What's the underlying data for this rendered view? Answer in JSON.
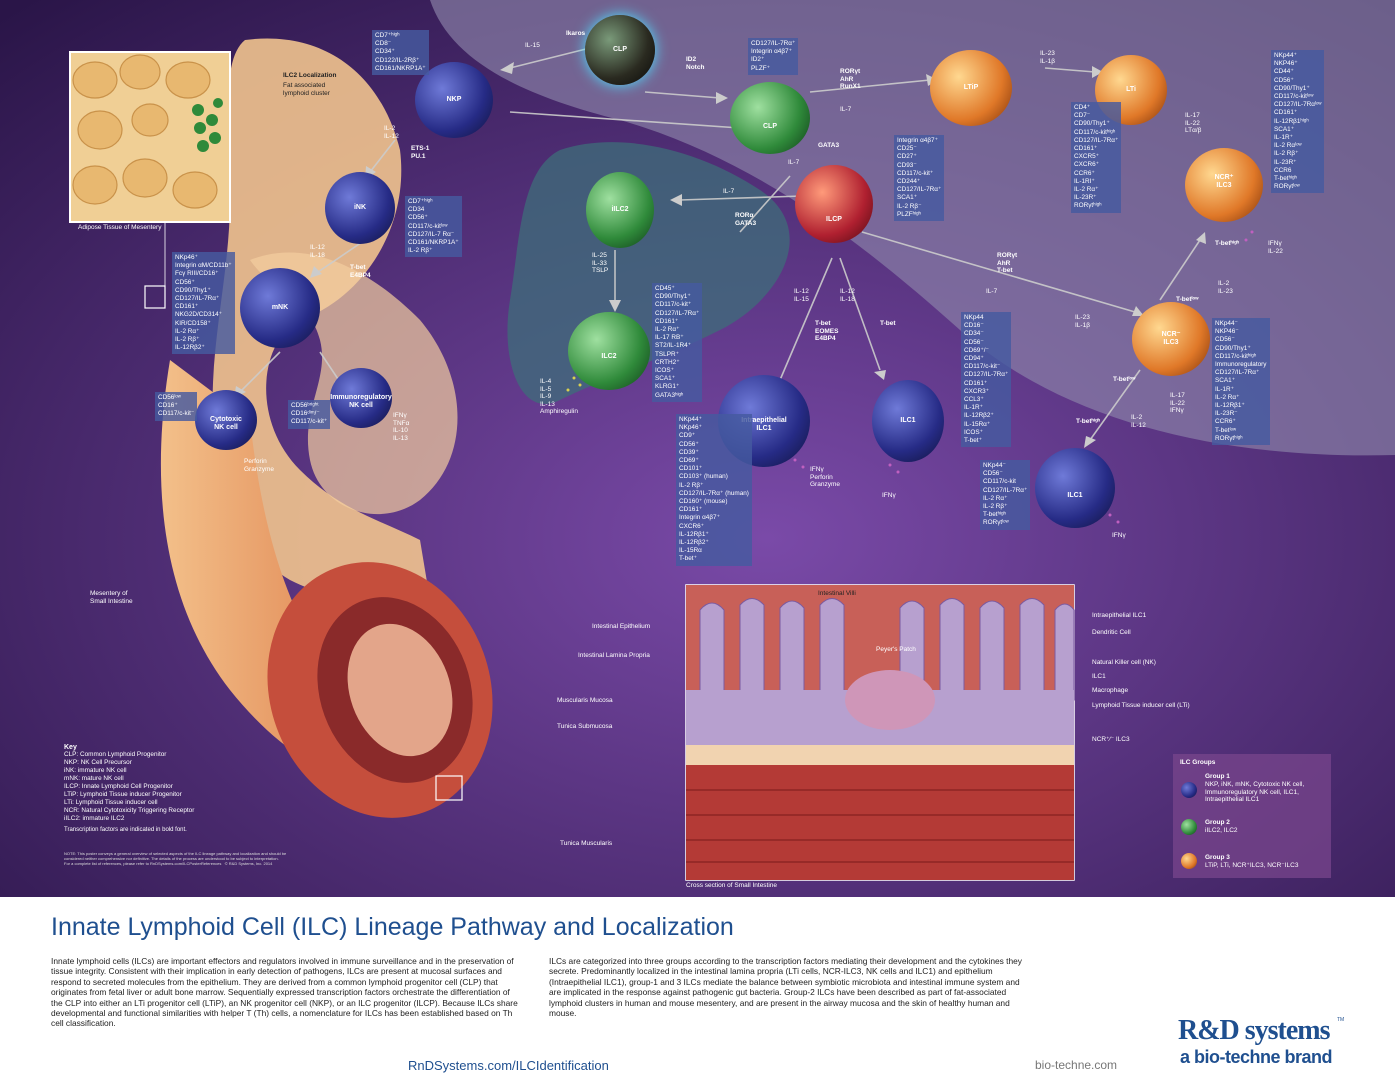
{
  "title": "Innate Lymphoid Cell (ILC) Lineage Pathway and Localization",
  "intro_col1": "Innate lymphoid cells (ILCs) are important effectors and regulators involved in immune surveillance and in the preservation of tissue integrity. Consistent with their implication in early detection of pathogens, ILCs are present at mucosal surfaces and respond to secreted molecules from the epithelium. They are derived from a common lymphoid progenitor cell (CLP) that originates from fetal liver or adult bone marrow. Sequentially expressed transcription factors orchestrate the differentiation of the CLP into either an LTi progenitor cell (LTiP), an NK progenitor cell (NKP), or an ILC progenitor (ILCP). Because ILCs share developmental and functional similarities with helper T (Th) cells, a nomenclature for ILCs has been established based on Th cell classification.",
  "intro_col2": "ILCs are categorized into three groups according to the transcription factors mediating their development and the cytokines they secrete. Predominantly localized in the intestinal lamina propria (LTi cells, NCR-ILC3, NK cells and ILC1) and epithelium (Intraepithelial ILC1), group-1 and 3 ILCs mediate the balance between symbiotic microbiota and intestinal immune system and are implicated in the response against pathogenic gut bacteria. Group-2 ILCs have been described as part of fat-associated lymphoid clusters in human and mouse mesentery, and are present in the airway mucosa and the skin of healthy human and mouse.",
  "url": "RnDSystems.com/ILCIdentification",
  "biotechne": "bio-techne.com",
  "logo_main": "R&D systems",
  "logo_tm": "TM",
  "logo_sub": "a bio-techne brand",
  "colors": {
    "title": "#1f4f8f",
    "group1": "#2a3590",
    "group2": "#2f8a3a",
    "group3": "#e0782a",
    "ilcp": "#b02030",
    "marker_box": "#4a5aa0"
  },
  "cells": {
    "clp_top": "CLP",
    "clp": "CLP",
    "nkp": "NKP",
    "inK": "iNK",
    "mnk": "mNK",
    "cytotoxic": "Cytotoxic\nNK cell",
    "immunoreg": "Immunoregulatory\nNK cell",
    "ltip": "LTiP",
    "lti": "LTi",
    "ilcp": "ILCP",
    "ilc2i": "iILC2",
    "ilc2": "ILC2",
    "ie_ilc1": "Intraepithelial\nILC1",
    "ilc1_mid": "ILC1",
    "ilc1_right": "ILC1",
    "ncr_neg": "NCR⁻\nILC3",
    "ncr_pos": "NCR⁺\nILC3"
  },
  "markers": {
    "nkp": "CD7⁺ʰᴵᵍʰ\nCD8⁻\nCD34⁺\nCD122/IL-2Rβ⁺\nCD161/NKRP1A⁺",
    "clp": "CD127/IL-7Rα⁺\nIntegrin α4β7⁺\nID2⁺\nPLZF⁺",
    "ink": "CD7⁺ʰᴵᵍʰ\nCD34\nCD56⁺\nCD117/c-kitˡᵒʷ\nCD127/IL-7 Rα⁻\nCD161/NKRP1A⁺\nIL-2 Rβ⁺",
    "mnk": "NKp46⁺\nIntegrin αM/CD11b⁺\nFcγ RIII/CD16⁺\nCD56⁺\nCD90/Thy1⁺\nCD127/IL-7Rα⁺\nCD161⁺\nNKG2D/CD314⁺\nKIR/CD158⁺\nIL-2 Rα⁺\nIL-2 Rβ⁺\nIL-12Rβ2⁺",
    "cytotoxic": "CD56ˡᵒʷ\nCD16⁺\nCD117/c-kit⁻",
    "immunoreg": "CD56ᵇʳᴵᵍʰᵗ\nCD16ᵈᴵᵐ/⁻\nCD117/c-kit⁺",
    "lti": "CD4⁺\nCD7⁻\nCD90/Thy1⁺\nCD117/c-kitʰᴵᵍʰ\nCD127/IL-7Rα⁺\nCD161⁺\nCXCR5⁺\nCXCR6⁺\nCCR6⁺\nIL-1RI⁺\nIL-2 Rα⁺\nIL-23R⁺\nRORγtʰᴵᵍʰ",
    "ilcp": "Integrin α4β7⁺\nCD25⁻\nCD27⁺\nCD93⁻\nCD117/c-kit⁺\nCD244⁺\nCD127/IL-7Rα⁺\nSCA1⁺\nIL-2 Rβ⁻\nPLZFʰᴵᵍʰ",
    "ilc2": "CD45⁺\nCD90/Thy1⁺\nCD117/c-kit⁺\nCD127/IL-7Rα⁺\nCD161⁺\nIL-2 Rα⁺\nIL-17 RB⁺\nST2/IL-1R4⁺\nTSLPR⁺\nCRTH2⁺\nICOS⁺\nSCA1⁺\nKLRG1⁺\nGATA3ʰᴵᵍʰ",
    "ncr_pos": "NKp44⁺\nNKP46⁺\nCD44⁺\nCD56⁺\nCD90/Thy1⁺\nCD117/c-kitˡᵒʷ\nCD127/IL-7Rαˡᵒʷ\nCD161⁺\nIL-12Rβ1ʰᴵᵍʰ\nSCA1⁺\nIL-1R⁺\nIL-2 Rαˡᵒʷ\nIL-2 Rβ⁺\nIL-23R⁺\nCCR6\nT-betʰᴵᵍʰ\nRORγtˡᵒʷ",
    "ncr_neg": "NKp44⁻\nNKP46⁻\nCD56⁻\nCD90/Thy1⁺\nCD117/c-kitʰᴵᵍʰ\nImmunoregulatory\nCD127/IL-7Rα⁺\nSCA1⁺\nIL-1R⁺\nIL-2 Rα⁺\nIL-12Rβ1⁺\nIL-23R⁻\nCCR6⁺\nT-betˡᵒʷ\nRORγtʰᴵᵍʰ",
    "ie_ilc1": "NKp44⁺\nNKp46⁺\nCD9⁺\nCD56⁺\nCD39⁺\nCD69⁺\nCD101⁺\nCD103⁺ (human)\nIL-2 Rβ⁺\nCD127/IL-7Rα⁺ (human)\nCD160⁺ (mouse)\nCD161⁺\nIntegrin α4β7⁺\nCXCR6⁺\nIL-12Rβ1⁺\nIL-12Rβ2⁺\nIL-15Rα\nT-bet⁺",
    "ilc1_mid": "NKp44\nCD16⁻\nCD34⁻\nCD56⁻\nCD69⁺/⁻\nCD94⁺\nCD117/c-kit⁻\nCD127/IL-7Rα⁺\nCD161⁺\nCXCR3⁺\nCCL3⁺\nIL-1R⁺\nIL-12Rβ2⁺\nIL-15Rα⁺\nICOS⁺\nT-bet⁺",
    "ilc1_right": "NKp44⁻\nCD56⁻\nCD117/c-kit\nCD127/IL-7Rα⁺\nIL-2 Rα⁺\nIL-2 Rβ⁺\nT-betʰᴵᵍʰ\nRORγtˡᵒʷ"
  },
  "labels": {
    "ikaros": "Ikaros",
    "il15": "IL-15",
    "id2": "ID2\nNotch",
    "il2_12": "IL-2\nIL-12",
    "ets1": "ETS-1\nPU.1",
    "ror_top": "RORγt\nAhR\nRunX1",
    "il7_a": "IL-7",
    "il7_b": "IL-7",
    "il7_c": "IL-7",
    "il7_d": "IL-7",
    "il23": "IL-23\nIL-1β",
    "gata3": "GATA3",
    "il12_18_a": "IL-12\nIL-18",
    "tbet_e4": "T-bet\nE4BP4",
    "lti_out": "IL-17\nIL-22\nLTα/β",
    "rora": "RORα\nGATA3",
    "il25": "IL-25\nIL-33\nTSLP",
    "ilc2_out": "IL-4\nIL-5\nIL-9\nIL-13\nAmphiregulin",
    "il12_15": "IL-12\nIL-15",
    "tbet_eomes": "T-bet\nEOMES\nE4BP4",
    "il12_18_b": "IL-12\nIL-18",
    "tbet_mid": "T-bet",
    "ror_ahr": "RORγt\nAhR\nT-bet",
    "il23_b": "IL-23\nIL-1β",
    "tbet_hi": "T-betʰᴵᵍʰ",
    "tbet_lo": "T-betˡᵒʷ",
    "tbet_lo2": "T-betˡᵒʷ",
    "tbet_hi2": "T-betʰᴵᵍʰ",
    "il2_23": "IL-2\nIL-23",
    "il2_12b": "IL-2\nIL-12",
    "ncr3_out": "IL-17\nIL-22\nIFNγ",
    "ifng_ncr": "IFNγ\nIL-22",
    "ifng_a": "IFNγ",
    "ifng_b": "IFNγ",
    "ie_out": "IFNγ\nPerforin\nGranzyme",
    "nk_out": "IFNγ\nTNFα\nIL-10\nIL-13",
    "perforin": "Perforin\nGranzyme",
    "ilc2_loc": "ILC2 Localization",
    "fat_cluster": "Fat associated\nlymphoid cluster",
    "adipose": "Adipose Tissue of Mesentery",
    "mesentery": "Mesentery of\nSmall Intestine",
    "villi": "Intestinal Villi",
    "epith": "Intestinal Epithelium",
    "lamina": "Intestinal Lamina Propria",
    "musc_mucosa": "Muscularis Mucosa",
    "submucosa": "Tunica Submucosa",
    "muscularis": "Tunica Muscularis",
    "cross": "Cross section of Small Intestine",
    "peyer": "Peyer's Patch",
    "r_ie": "Intraepithelial ILC1",
    "r_dc": "Dendritic Cell",
    "r_nk": "Natural Killer cell (NK)",
    "r_ilc1": "ILC1",
    "r_mac": "Macrophage",
    "r_lti": "Lymphoid Tissue inducer cell (LTi)",
    "r_ncr": "NCR⁺⁄⁻ ILC3"
  },
  "key": {
    "title": "Key",
    "items": [
      "CLP: Common Lymphoid Progenitor",
      "NKP: NK Cell Precursor",
      "iNK: immature NK cell",
      "mNK: mature NK cell",
      "ILCP: Innate Lymphoid Cell Progenitor",
      "LTiP: Lymphoid Tissue inducer Progenitor",
      "LTi: Lymphoid Tissue inducer cell",
      "NCR: Natural Cytotoxicity Triggering Receptor",
      "iILC2: immature ILC2"
    ],
    "note": "Transcription factors are indicated in bold font.",
    "fine": "NOTE: This poster conveys a general overview of selected aspects of the ILC lineage pathway and localization and should be\nconsidered neither comprehensive nor definitive. The details of the process are understood to be subject to interpretation.\nFor a complete list of references, please refer to RnDSystems.com/ILCPosterReferences   © R&D Systems, Inc. 2014"
  },
  "groups": {
    "title": "ILC Groups",
    "g1": "Group 1",
    "g1d": "NKP, iNK, mNK, Cytotoxic NK cell,\nImmunoregulatory NK cell, ILC1,\nIntraepithelial ILC1",
    "g2": "Group 2",
    "g2d": "iILC2, ILC2",
    "g3": "Group 3",
    "g3d": "LTiP, LTi, NCR⁺ILC3, NCR⁻ILC3"
  }
}
